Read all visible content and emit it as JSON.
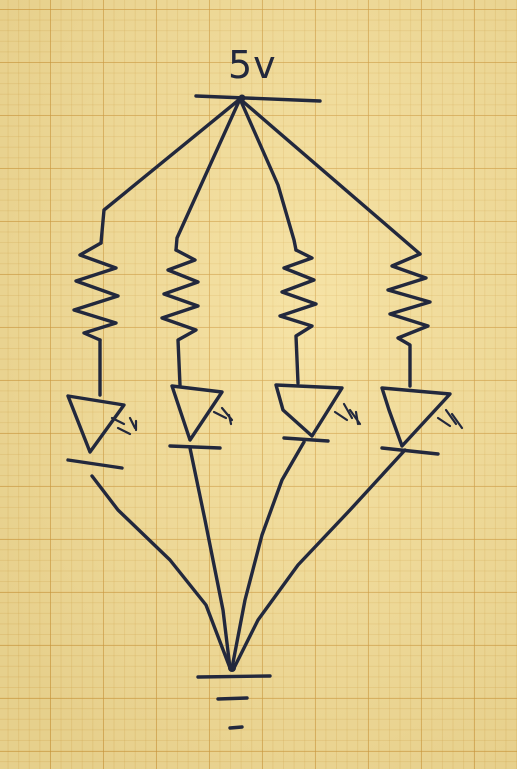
{
  "diagram": {
    "supply_label": "5v",
    "branches": [
      {
        "resistor": "resistor-1",
        "led": "led-1"
      },
      {
        "resistor": "resistor-2",
        "led": "led-2"
      },
      {
        "resistor": "resistor-3",
        "led": "led-3"
      },
      {
        "resistor": "resistor-4",
        "led": "led-4"
      }
    ],
    "colors": {
      "ink": "#22283d",
      "paper": "#f3dd97",
      "grid": "#cd9637"
    }
  }
}
